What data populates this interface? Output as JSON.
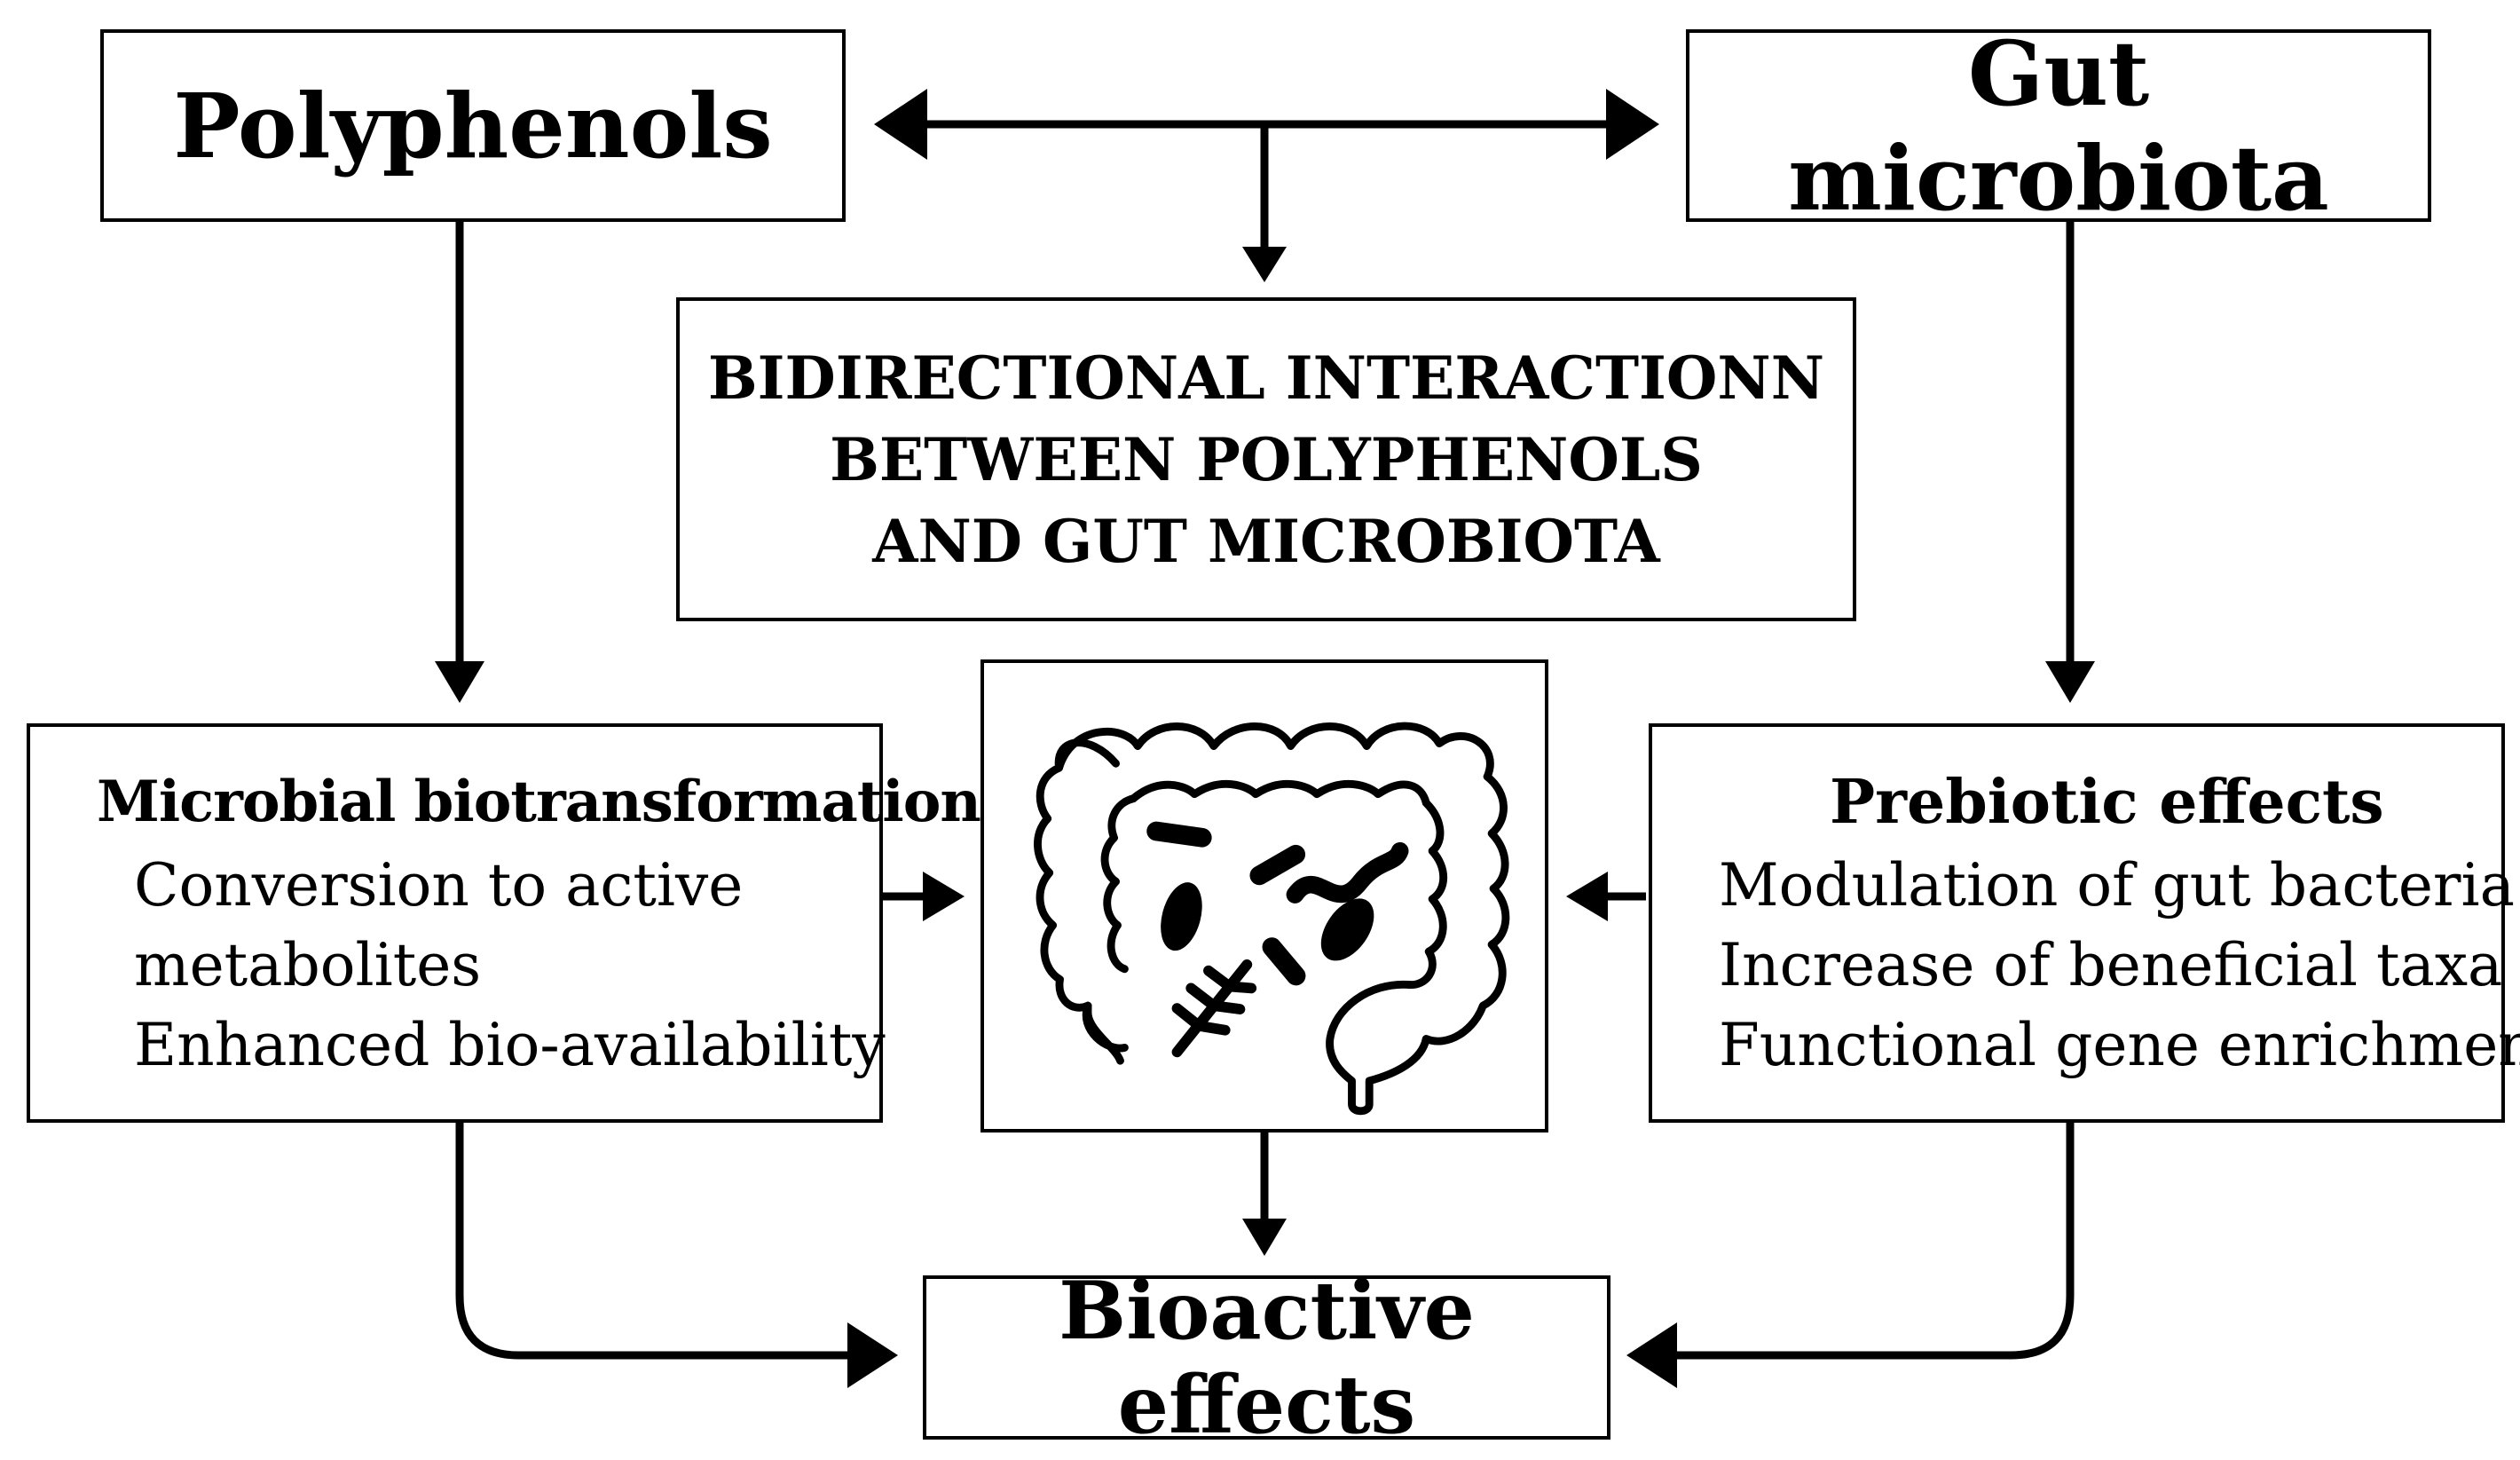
{
  "diagram": {
    "polyphenols_label": "Polyphenols",
    "gut_microbiota_label": "Gut microbiota",
    "interaction_lines": [
      "BIDIRECTIONAL INTERACTIONN",
      "BETWEEN POLYPHENOLS",
      "AND GUT MICROBIOTA"
    ],
    "biotransformation": {
      "title": "Microbial biotransformation",
      "items": [
        "Conversion to active",
        "metabolites",
        "Enhanced bio-availability"
      ]
    },
    "prebiotic": {
      "title": "Prebiotic effects",
      "items": [
        "Modulation of gut bacteria",
        "Increase of beneficial taxa",
        "Functional gene enrichment"
      ]
    },
    "bioactive_label": "Bioactive effects",
    "center_icon": "intestine-with-bacteria-icon"
  }
}
